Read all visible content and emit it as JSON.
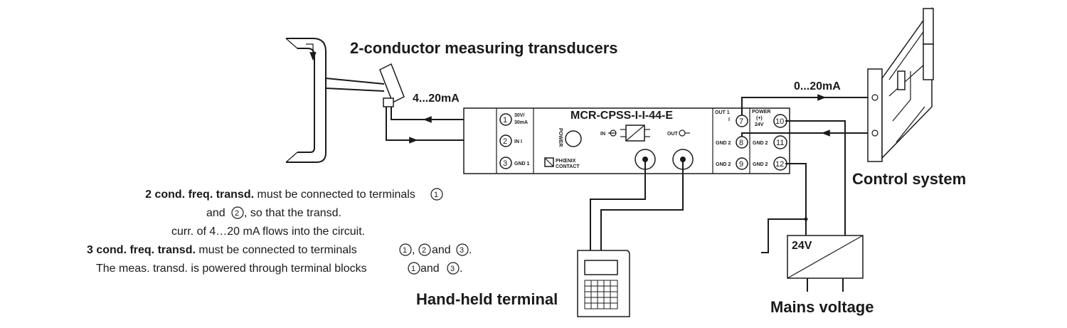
{
  "labels": {
    "transducers": "2-conductor measuring transducers",
    "input_current": "4...20mA",
    "output_current": "0...20mA",
    "module_name": "MCR-CPSS-I-I-44-E",
    "power": "POWER",
    "in": "IN",
    "out": "OUT",
    "brand_line1": "PHŒNIX",
    "brand_line2": "CONTACT",
    "control_system": "Control system",
    "hand_held": "Hand-held terminal",
    "mains": "Mains voltage",
    "supply": "24V"
  },
  "terminals_left": [
    {
      "num": "1",
      "label_line1": "30V/",
      "label_line2": "30mA"
    },
    {
      "num": "2",
      "label_line1": "IN I",
      "label_line2": ""
    },
    {
      "num": "3",
      "label_line1": "GND 1",
      "label_line2": ""
    }
  ],
  "terminals_out": [
    {
      "num": "7",
      "label_line1": "OUT 1",
      "label_line2": "I"
    },
    {
      "num": "8",
      "label_line1": "GND 2",
      "label_line2": ""
    },
    {
      "num": "9",
      "label_line1": "GND 2",
      "label_line2": ""
    }
  ],
  "terminals_power": [
    {
      "num": "10",
      "label_line1": "POWER",
      "label_line2": "(+)",
      "label_line3": "24V"
    },
    {
      "num": "11",
      "label_line1": "GND 2",
      "label_line2": "",
      "label_line3": ""
    },
    {
      "num": "12",
      "label_line1": "GND 2",
      "label_line2": "",
      "label_line3": ""
    }
  ],
  "notes": {
    "l1_bold": "2 cond. freq. transd.",
    "l1_text": " must be connected to terminals ",
    "l1_c1": "1",
    "l2_pre": "and ",
    "l2_c2": "2",
    "l2_text": ", so that the transd.",
    "l3_text": "curr. of 4…20 mA flows into the circuit.",
    "l4_bold": "3 cond. freq. transd.",
    "l4_text": " must be connected to terminals ",
    "l4_c1": "1",
    "l4_sep": ", ",
    "l4_c2": "2",
    "l4_and": "and ",
    "l4_c3": "3",
    "l4_end": ".",
    "l5_text": "The meas. transd. is powered through terminal blocks ",
    "l5_c1": "1",
    "l5_and": " and ",
    "l5_c3": "3",
    "l5_end": "."
  }
}
